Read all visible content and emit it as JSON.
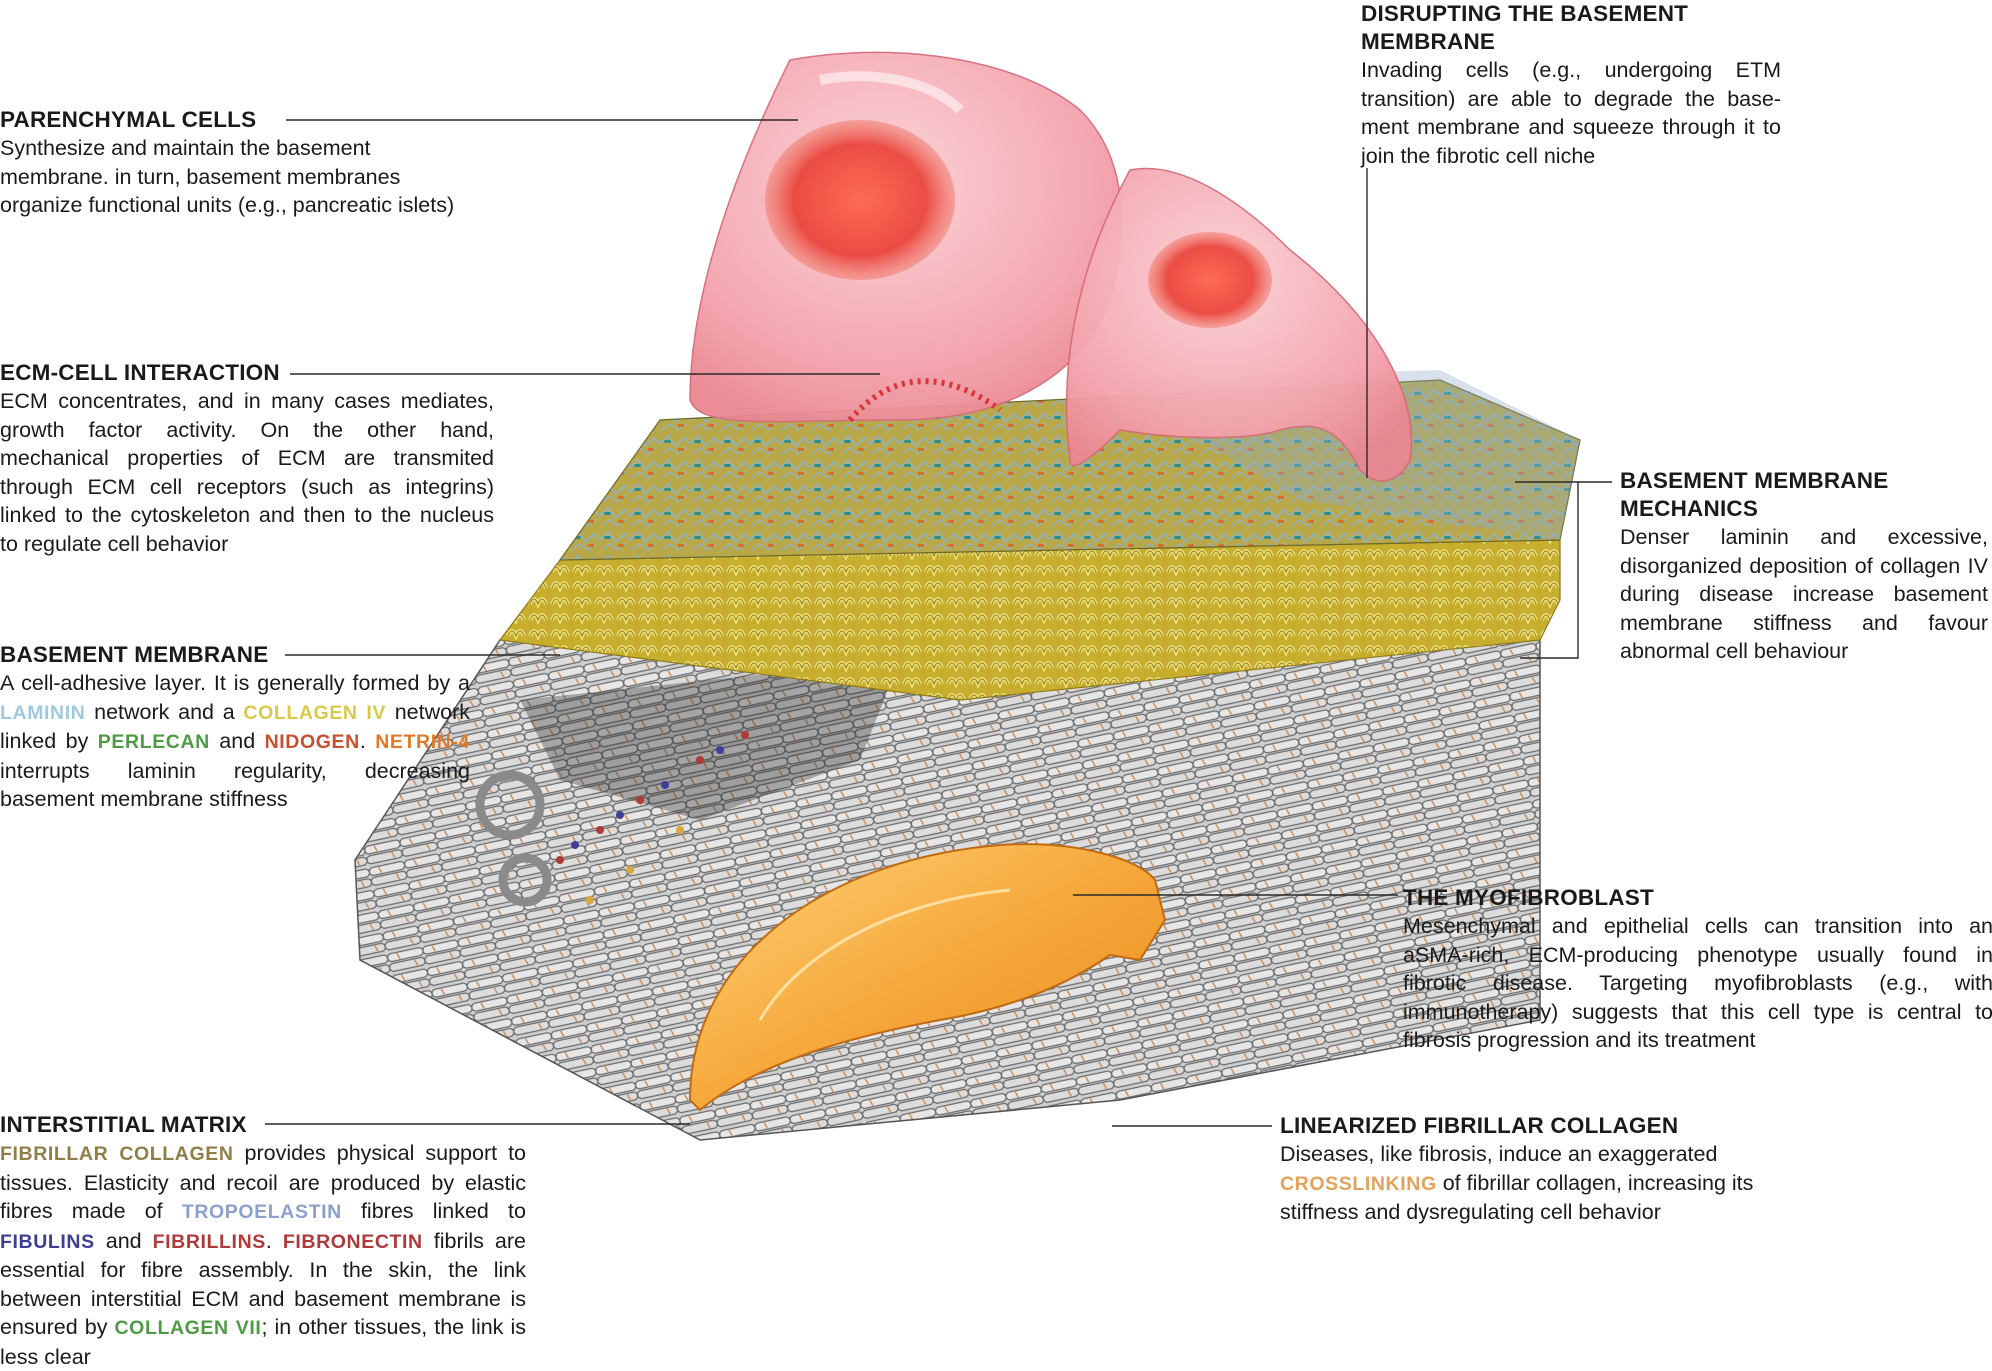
{
  "colors": {
    "laminin": "#9fc9e0",
    "collagen_iv": "#d9c94a",
    "perlecan": "#4f9a45",
    "nidogen": "#c8502e",
    "netrin4": "#e07a2a",
    "fibrillar_collagen": "#8f7f47",
    "tropoelastin": "#8ca0cf",
    "fibulins": "#3d3f96",
    "fibrillins": "#b03a3a",
    "fibronectin": "#b03a3a",
    "collagen_vii": "#4f9a45",
    "crosslinking": "#e3a25a",
    "cell_pink": "#f4a3ad",
    "nucleus_red": "#e8372c",
    "myofibroblast_orange": "#f2a430",
    "bm_yellow": "#d8c24a",
    "fibre_grey": "#c9c9c9"
  },
  "annotations": {
    "parenchymal": {
      "title": "PARENCHYMAL CELLS",
      "body": "Synthesize and maintain the basement membrane. in turn, basement membranes organize functional units (e.g., pancreatic islets)"
    },
    "ecm_cell": {
      "title": "ECM-CELL INTERACTION",
      "body": "ECM concentrates, and in many cases mediates, growth factor activity. On the other hand, mechanical  properties of ECM are transmited through ECM cell receptors (such as integrins) linked to the cytoskeleton and then to the nucleus to regulate cell behavior"
    },
    "basement": {
      "title": "BASEMENT MEMBRANE",
      "t1": "A cell-adhesive layer. It is generally formed by a ",
      "laminin": "LAMININ",
      "t2": " network and a ",
      "collagen_iv": "COLLAGEN IV",
      "t3": " network linked by ",
      "perlecan": "PERLECAN",
      "t4": " and ",
      "nidogen": "NIDOGEN",
      "t5": ". ",
      "netrin4": "NETRIN-4",
      "t6": " interrupts laminin regularity, decreasing basement membrane stiffness"
    },
    "interstitial": {
      "title": "INTERSTITIAL MATRIX",
      "fibrillar_collagen": "FIBRILLAR COLLAGEN",
      "t1": " provides physical support to tissues. Elasticity and recoil are produced by elastic fibres made of ",
      "tropoelastin": "TROPOELASTIN",
      "t2": " fibres linked to ",
      "fibulins": "FIBULINS",
      "t3": " and ",
      "fibrillins": "FIBRILLINS",
      "t4": ". ",
      "fibronectin": "FIBRONECTIN",
      "t5": " fibrils are essential for fibre assembly. In the skin, the link between interstitial ECM  and basement membrane is ensured by ",
      "collagen_vii": "COLLAGEN VII",
      "t6": "; in other tissues, the link is less clear"
    },
    "disrupting": {
      "title_line1": "DISRUPTING THE BASEMENT",
      "title_line2": "MEMBRANE",
      "body": "Invading cells (e.g., undergoing ETM transition) are able to degrade the base- ment membrane and squeeze through it to join the fibrotic cell niche"
    },
    "bm_mechanics": {
      "title_line1": "BASEMENT MEMBRANE",
      "title_line2": "MECHANICS",
      "body": "Denser laminin and excessive, disorganized deposition of collagen IV during disease increase basement membrane stiffness and favour abnormal cell behaviour"
    },
    "myofibroblast": {
      "title": "THE MYOFIBROBLAST",
      "body": "Mesenchymal and epithelial cells can transition into an aSMA-rich, ECM-producing phenotype usually found in fibrotic disease. Targeting myofibroblasts (e.g., with immunotherapy) suggests that this cell type is central to fibrosis progression and its treatment"
    },
    "linearized": {
      "title": "LINEARIZED FIBRILLAR COLLAGEN",
      "t1": "Diseases, like fibrosis, induce an exaggerated ",
      "crosslinking": "CROSSLINKING",
      "t2": " of fibrillar collagen, increasing its stiffness and dysregulating cell behavior"
    }
  }
}
